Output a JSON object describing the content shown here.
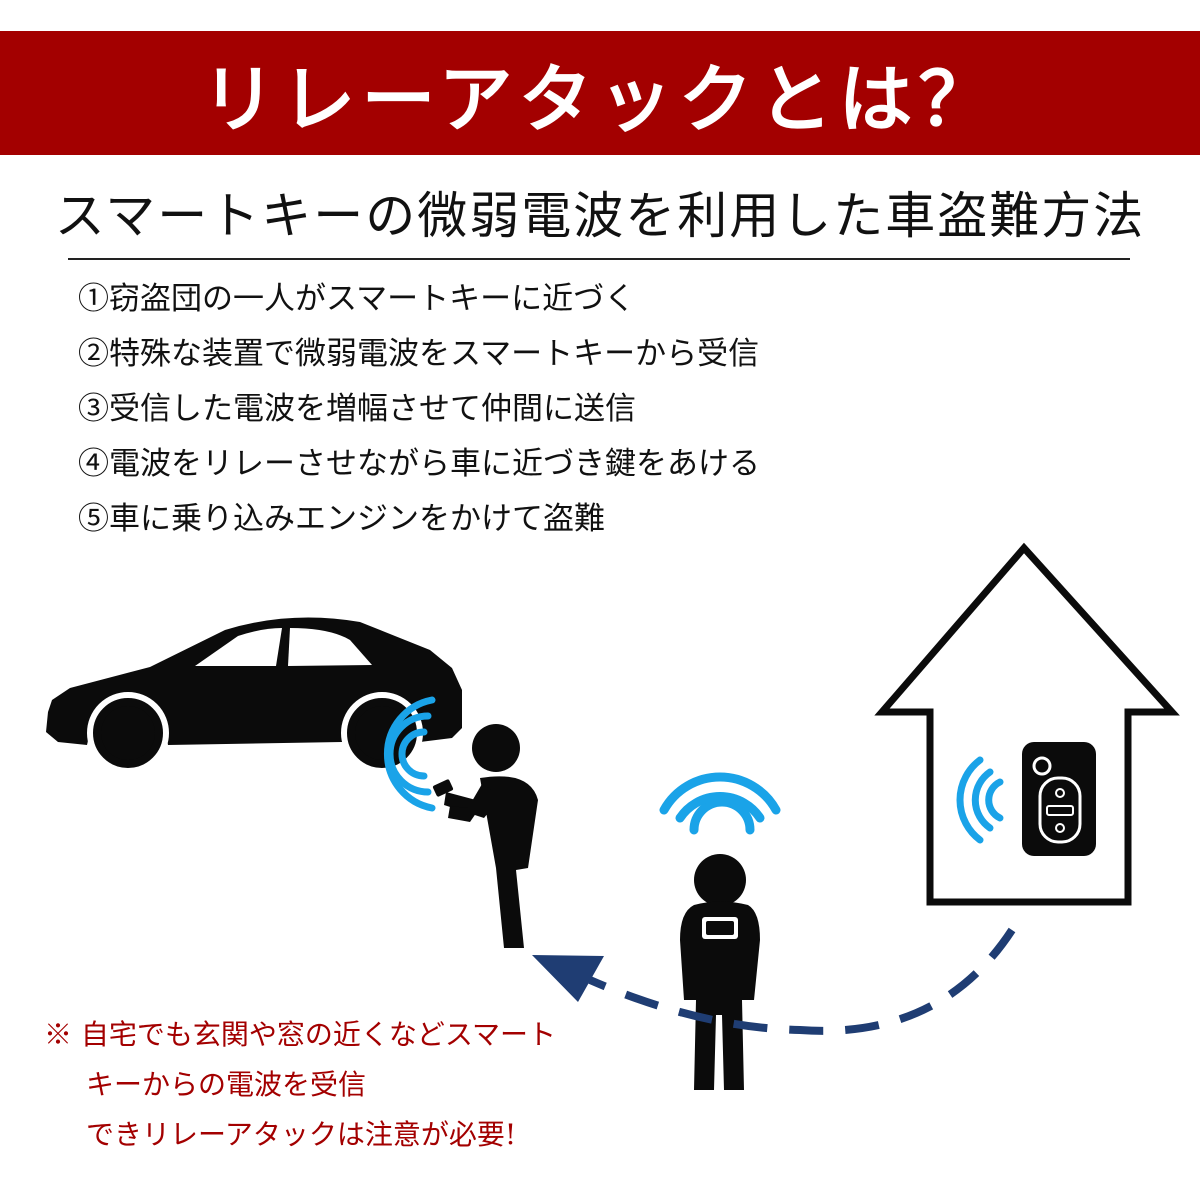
{
  "header": {
    "title": "リレーアタックとは？",
    "subtitle": "スマートキーの微弱電波を利用した車盗難方法"
  },
  "steps": [
    "①窃盗団の一人がスマートキーに近づく",
    "②特殊な装置で微弱電波をスマートキーから受信",
    "③受信した電波を増幅させて仲間に送信",
    "④電波をリレーさせながら車に近づき鍵をあける",
    "⑤車に乗り込みエンジンをかけて盗難"
  ],
  "note": {
    "lines": [
      "※ 自宅でも玄関や窓の近くなどスマート",
      "キーからの電波を受信",
      "できリレーアタックは注意が必要!"
    ]
  },
  "illustration": {
    "icons": [
      "car-icon",
      "person-with-phone-icon",
      "person-with-tablet-icon",
      "house-icon",
      "smart-key-icon",
      "wifi-signal-icon",
      "dashed-arrow-icon"
    ]
  },
  "colors": {
    "banner": "#a30000",
    "note": "#a30000",
    "signal": "#1aa3e8",
    "arrow": "#1f3d73",
    "silhouette": "#0b0b0b"
  }
}
